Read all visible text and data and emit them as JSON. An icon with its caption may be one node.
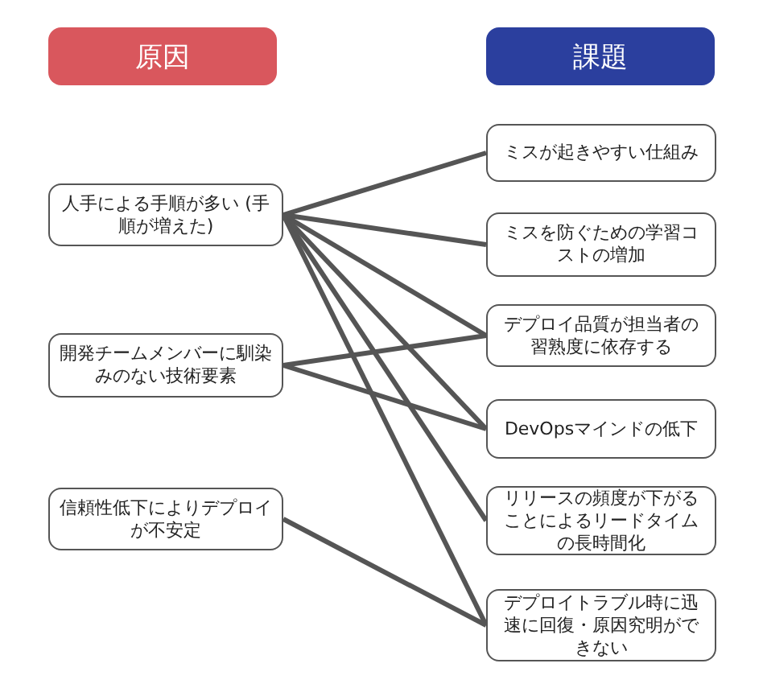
{
  "diagram": {
    "nodes": [
      {
        "text": [
          "原因"
        ]
      },
      {
        "text": [
          "課題"
        ]
      },
      {
        "text": [
          "人手による手順が多い (手順が増えた)"
        ]
      },
      {
        "text": [
          "開発チームメンバーに馴染みのない技術要素"
        ]
      },
      {
        "text": [
          "信頼性低下によりデプロイが不安定"
        ]
      },
      {
        "text": [
          "ミスが起きやすい仕組み"
        ]
      },
      {
        "text": [
          "ミスを防ぐための学習コストの増加"
        ]
      },
      {
        "text": [
          "デプロイ品質が担当者の習熟度に依存する"
        ]
      },
      {
        "text": [
          "DevOpsマインドの低下"
        ]
      },
      {
        "text": [
          "リリースの頻度が下がることによるリードタイムの長時間化"
        ]
      },
      {
        "text": [
          "デプロイトラブル時に迅速に回復・原因究明ができない"
        ]
      }
    ],
    "edges": [
      {
        "from": 2,
        "to": 5,
        "arrow": "none"
      },
      {
        "from": 2,
        "to": 6,
        "arrow": "none"
      },
      {
        "from": 2,
        "to": 7,
        "arrow": "none"
      },
      {
        "from": 2,
        "to": 8,
        "arrow": "none"
      },
      {
        "from": 2,
        "to": 9,
        "arrow": "none"
      },
      {
        "from": 2,
        "to": 10,
        "arrow": "none"
      },
      {
        "from": 3,
        "to": 7,
        "arrow": "none"
      },
      {
        "from": 3,
        "to": 8,
        "arrow": "none"
      },
      {
        "from": 4,
        "to": 10,
        "arrow": "none"
      }
    ]
  }
}
